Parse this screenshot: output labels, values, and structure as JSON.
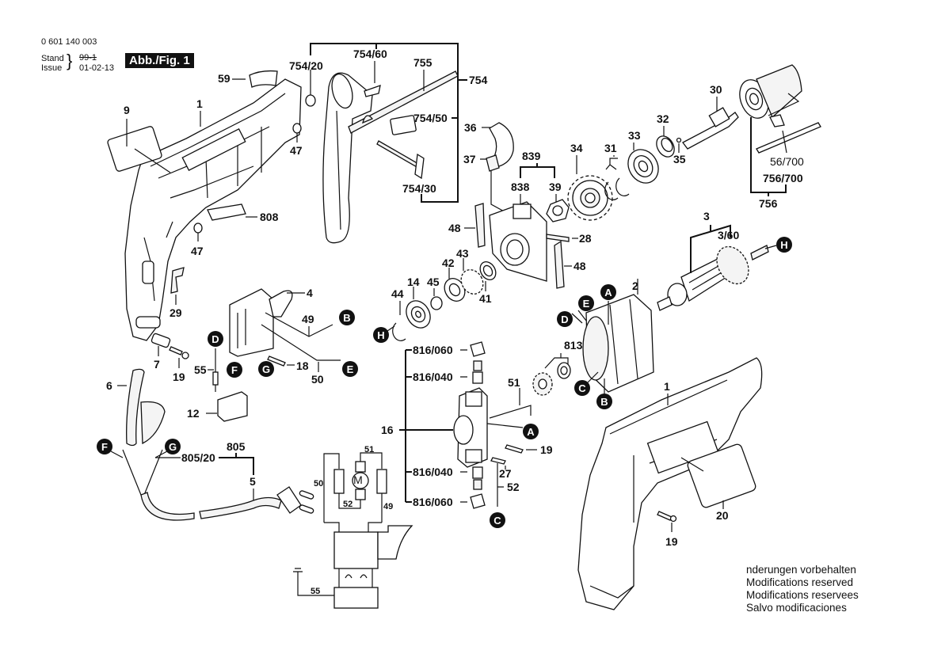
{
  "header": {
    "part_number": "0 601 140 003",
    "stand_label": "Stand",
    "issue_label": "Issue",
    "stand_value_struck": "99-1",
    "issue_value": "01-02-13",
    "figure_label": "Abb./Fig. 1"
  },
  "notes": [
    "nderungen vorbehalten",
    "Modifications reserved",
    "Modifications reservees",
    "Salvo modificaciones"
  ],
  "callouts": {
    "c9": "9",
    "c1a": "1",
    "c59": "59",
    "c47a": "47",
    "c47b": "47",
    "c808": "808",
    "c29": "29",
    "c7": "7",
    "c19a": "19",
    "c6": "6",
    "c4": "4",
    "c49": "49",
    "c18": "18",
    "c50": "50",
    "c55": "55",
    "c12": "12",
    "c805": "805",
    "c805_20": "805/20",
    "c5": "5",
    "c754_20": "754/20",
    "c754_60": "754/60",
    "c755": "755",
    "c754": "754",
    "c754_50": "754/50",
    "c754_30": "754/30",
    "c36": "36",
    "c37": "37",
    "c839": "839",
    "c838": "838",
    "c39": "39",
    "c48a": "48",
    "c48b": "48",
    "c28": "28",
    "c34": "34",
    "c31": "31",
    "c33": "33",
    "c32": "32",
    "c35": "35",
    "c30": "30",
    "c56_700": "56/700",
    "c756_700": "756/700",
    "c756": "756",
    "c44": "44",
    "c14": "14",
    "c45": "45",
    "c42": "42",
    "c43": "43",
    "c41": "41",
    "c3": "3",
    "c3_60": "3/60",
    "c2": "2",
    "c813": "813",
    "c816_060a": "816/060",
    "c816_040a": "816/040",
    "c16": "16",
    "c816_040b": "816/040",
    "c816_060b": "816/060",
    "c51": "51",
    "c19b": "19",
    "c27": "27",
    "c52": "52",
    "c1b": "1",
    "c20": "20",
    "c19c": "19"
  },
  "connectors": {
    "A": "A",
    "B": "B",
    "C": "C",
    "D": "D",
    "E": "E",
    "F": "F",
    "G": "G",
    "H": "H"
  },
  "schematic": {
    "w51": "51",
    "w50": "50",
    "w52": "52",
    "w49": "49",
    "w55": "55",
    "motor": "M"
  }
}
